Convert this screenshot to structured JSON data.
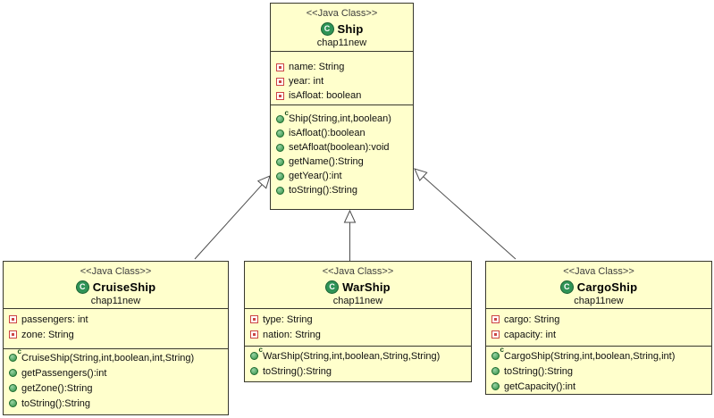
{
  "diagram": {
    "type": "uml-class-diagram",
    "class_icon_letter": "C",
    "constructor_marker": "c",
    "colors": {
      "box_fill": "#FFFFCC",
      "box_border": "#38382E",
      "edge_stroke": "#4D4D4D",
      "field_icon_red": "#CC4444",
      "method_icon_green": "#2F8F45",
      "class_icon_green": "#2F9356"
    }
  },
  "classes": {
    "ship": {
      "stereotype": "<<Java Class>>",
      "name": "Ship",
      "package": "chap11new",
      "attributes": [
        "name: String",
        "year: int",
        "isAfloat: boolean"
      ],
      "methods": [
        {
          "kind": "constructor",
          "label": "Ship(String,int,boolean)"
        },
        {
          "kind": "method",
          "label": "isAfloat():boolean"
        },
        {
          "kind": "method",
          "label": "setAfloat(boolean):void"
        },
        {
          "kind": "method",
          "label": "getName():String"
        },
        {
          "kind": "method",
          "label": "getYear():int"
        },
        {
          "kind": "method",
          "label": "toString():String"
        }
      ]
    },
    "cruiseship": {
      "stereotype": "<<Java Class>>",
      "name": "CruiseShip",
      "package": "chap11new",
      "attributes": [
        "passengers: int",
        "zone: String"
      ],
      "methods": [
        {
          "kind": "constructor",
          "label": "CruiseShip(String,int,boolean,int,String)"
        },
        {
          "kind": "method",
          "label": "getPassengers():int"
        },
        {
          "kind": "method",
          "label": "getZone():String"
        },
        {
          "kind": "method",
          "label": "toString():String"
        }
      ]
    },
    "warship": {
      "stereotype": "<<Java Class>>",
      "name": "WarShip",
      "package": "chap11new",
      "attributes": [
        "type: String",
        "nation: String"
      ],
      "methods": [
        {
          "kind": "constructor",
          "label": "WarShip(String,int,boolean,String,String)"
        },
        {
          "kind": "method",
          "label": "toString():String"
        }
      ]
    },
    "cargoship": {
      "stereotype": "<<Java Class>>",
      "name": "CargoShip",
      "package": "chap11new",
      "attributes": [
        "cargo: String",
        "capacity: int"
      ],
      "methods": [
        {
          "kind": "constructor",
          "label": "CargoShip(String,int,boolean,String,int)"
        },
        {
          "kind": "method",
          "label": "toString():String"
        },
        {
          "kind": "method",
          "label": "getCapacity():int"
        }
      ]
    }
  },
  "edges": [
    {
      "from": "CruiseShip",
      "to": "Ship",
      "type": "generalization"
    },
    {
      "from": "WarShip",
      "to": "Ship",
      "type": "generalization"
    },
    {
      "from": "CargoShip",
      "to": "Ship",
      "type": "generalization"
    }
  ]
}
